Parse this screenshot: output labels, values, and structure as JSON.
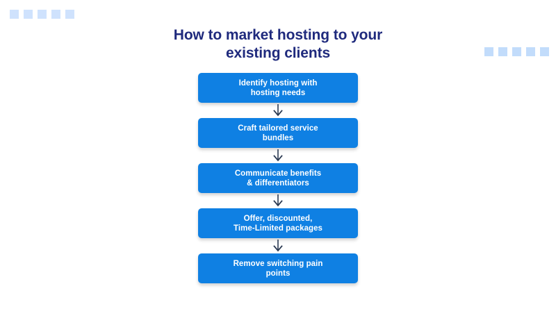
{
  "title": {
    "line1": "How to market hosting to your",
    "line2": "existing clients"
  },
  "colors": {
    "title_navy": "#1f2a7d",
    "node_blue": "#0f80e3",
    "node_text": "#ffffff",
    "arrow": "#2b3a52",
    "deco_left": "#cfe2fd",
    "deco_right": "#c2dcfb",
    "background": "#ffffff"
  },
  "decor": {
    "top_left": {
      "name": "square-strip",
      "count": 5
    },
    "top_right": {
      "name": "square-strip",
      "count": 5
    }
  },
  "flow": {
    "type": "vertical-flowchart",
    "arrow_icon": "arrow-down-icon",
    "nodes": [
      {
        "line1": "Identify hosting with",
        "line2": "hosting needs"
      },
      {
        "line1": "Craft tailored service",
        "line2": "bundles"
      },
      {
        "line1": "Communicate benefits",
        "line2": "& differentiators"
      },
      {
        "line1": "Offer, discounted,",
        "line2": "Time-Limited packages"
      },
      {
        "line1": "Remove switching pain",
        "line2": "points"
      }
    ]
  }
}
